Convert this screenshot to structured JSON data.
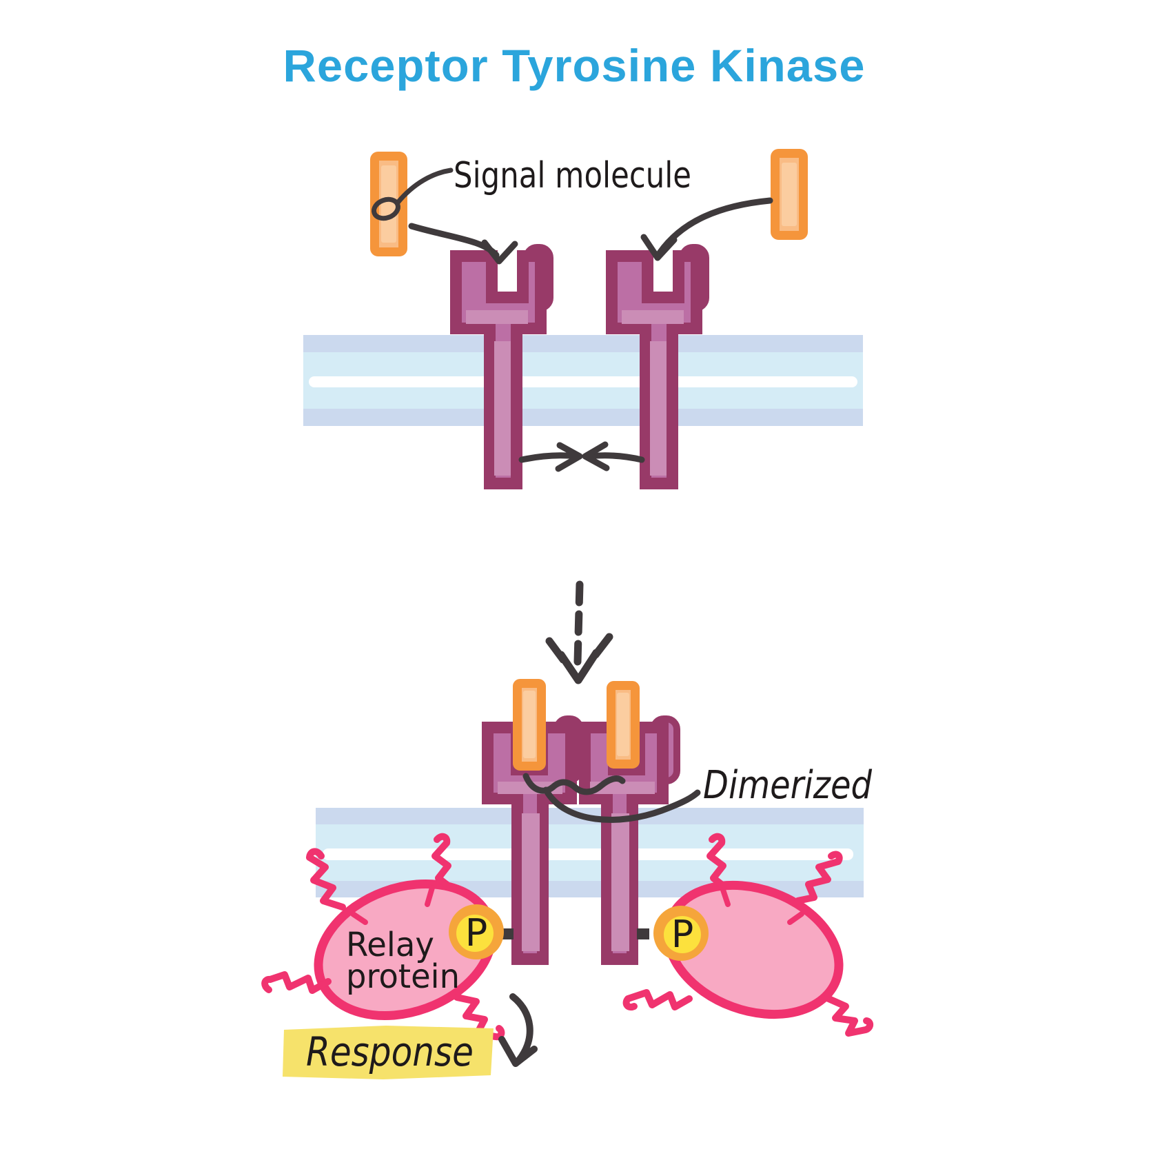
{
  "title": {
    "text": "Receptor Tyrosine Kinase"
  },
  "panel_resting": {
    "signal_molecule_label": "Signal molecule"
  },
  "panel_activated": {
    "dimerized_label": "Dimerized",
    "relay_protein_label_line1": "Relay",
    "relay_protein_label_line2": "protein",
    "phosphate_label": "P",
    "response_label": "Response"
  },
  "colors": {
    "title_blue": "#2BA5DC",
    "ink": "#1E1A1B",
    "annotation_dark": "#3F3A3C",
    "receptor_outline": "#983A68",
    "receptor_fill": "#BC6FA5",
    "receptor_inner": "#CB8DB6",
    "ligand_outline": "#F5953B",
    "ligand_fill": "#F9BC85",
    "ligand_inner": "#FBCDA0",
    "membrane_band": "#CBD9EE",
    "membrane_core": "#D5ECF6",
    "membrane_stripe": "#FFFFFF",
    "relay_pink": "#F0336F",
    "relay_fill": "#F8A9C3",
    "phosphate_ring": "#F5A53B",
    "phosphate_core": "#FCE13D",
    "response_highlight": "#F6E26B"
  }
}
